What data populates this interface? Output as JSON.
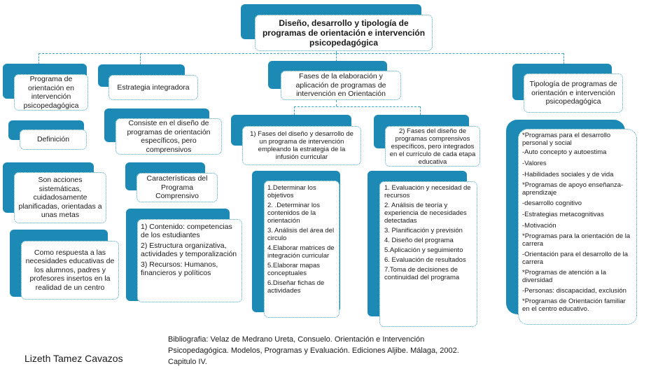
{
  "title": "Diseño,  desarrollo y tipología  de programas  de orientación e intervención  psicopedagógica",
  "programa": "Programa de orientación en intervención psicopedagógica",
  "definicion": "Definición",
  "def_text": "Son acciones sistemáticas, cuidadosamente planificadas, orientadas a unas metas",
  "respuesta": "Como respuesta a las necesidades educativas de los alumnos, padres y profesores insertos en la realidad de un centro",
  "estrategia": "Estrategia integradora",
  "consiste": "Consiste en el diseño de programas de orientación específicos, pero comprensivos",
  "caracteristicas": "Características del Programa Comprensivo",
  "caract_items": [
    "1) Contenido: competencias de los estudiantes",
    "2) Estructura organizativa, actividades y temporalización",
    "3) Recursos: Humanos, financieros y políticos"
  ],
  "fases": "Fases de la elaboración y aplicación de programas de intervención en Orientación",
  "fases1": "1) Fases del diseño y desarrollo de un programa de intervención empleando la  estrategia de la infusión curricular",
  "fases1_items": [
    "1.Determinar   los objetivos",
    "2. .Determinar  los contenidos  de  la orientación",
    "3.   Análisis del área del circulo",
    "4.Elaborar  matrices de integración curricular",
    "5.Elaborar  mapas conceptuales",
    "6.Diseñar  fichas de actividades"
  ],
  "fases2": "2) Fases del diseño de programas comprensivos específicos, pero integrados en el currículo de cada etapa educativa",
  "fases2_items": [
    "1.  Evaluación  y necesidad de recursos",
    "2.  Análisis de teoría  y experiencia  de necesidades  detectadas",
    "3.  Planificación  y previsión",
    "4.  Diseño  del programa",
    "5.Aplicación  y seguimiento",
    "6.  Evaluación  de resultados",
    "7.Toma  de decisiones de continuidad  del programa"
  ],
  "tipologia": "Tipología de programas de  orientación e intervención psicopedagógica",
  "tipologia_items": [
    "*Programas para el desarrollo personal y social",
    "-Auto concepto y autoestima",
    "-Valores",
    "-Habilidades sociales y de vida",
    "*Programas de apoyo enseñanza- aprendizaje",
    "-desarrollo cognitivo",
    "-Estrategias metacognitivas",
    "-Motivación",
    "*Programas para la orientación de la carrera",
    "-Orientación para el desarrollo de la carrera",
    "*Programas de atención a la diversidad",
    "-Personas: discapacidad, exclusión",
    "*Programas de Orientación familiar  en el centro educativo."
  ],
  "bibliografia": "Bibliografia: Velaz de Medrano Ureta, Consuelo. Orientación e Intervención Psicopedagógica. Modelos, Programas y Evaluación. Ediciones Aljibe. Málaga, 2002. Capitulo IV.",
  "autor": "Lizeth Tamez Cavazos",
  "colors": {
    "accent": "#1c8ab4",
    "border": "#3aa5c9"
  }
}
